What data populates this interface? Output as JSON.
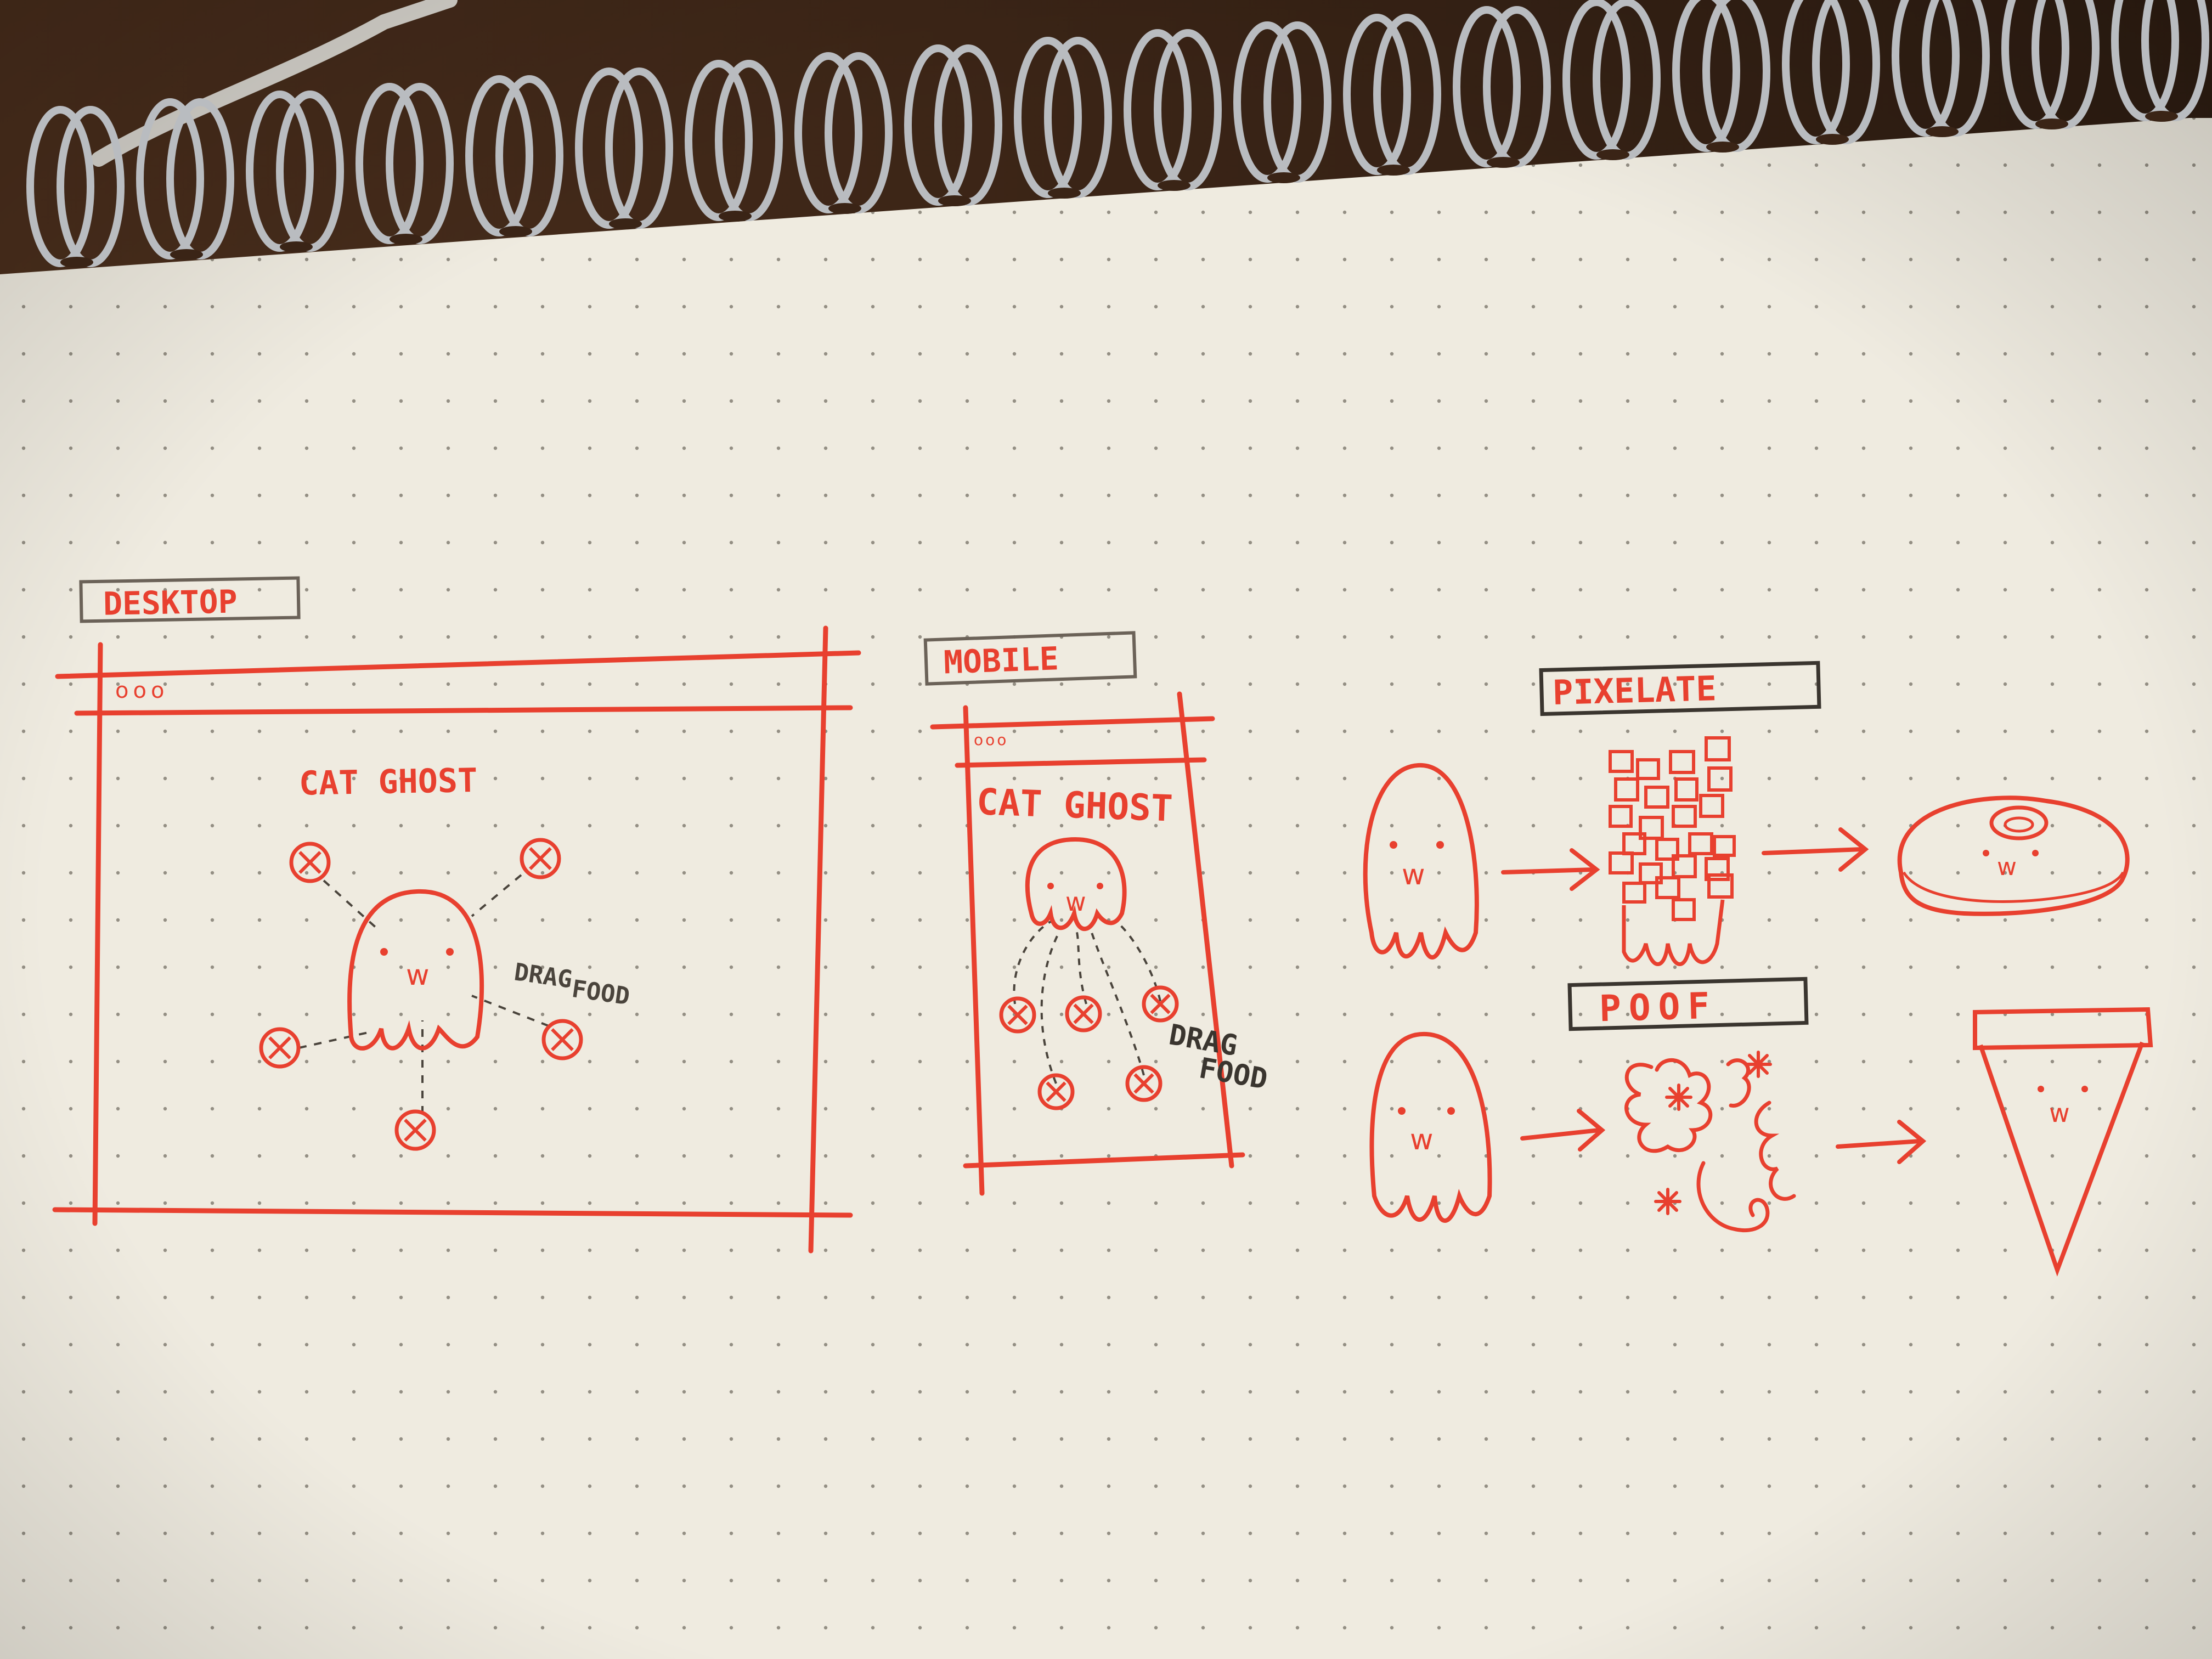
{
  "desktop": {
    "label": "DESKTOP",
    "window_dots": "ooo",
    "title": "CAT GHOST",
    "hint_line1": "DRAG",
    "hint_line2": "FOOD",
    "ghost_face": "w"
  },
  "mobile": {
    "label": "MOBILE",
    "window_dots": "ooo",
    "title": "CAT GHOST",
    "hint_line1": "DRAG",
    "hint_line2": "FOOD",
    "ghost_face": "w"
  },
  "animations": {
    "pixelate": {
      "label": "PIXELATE",
      "ghost_face": "w",
      "result_face": "w"
    },
    "poof": {
      "label": "POOF",
      "ghost_face": "w",
      "result_face": "w"
    }
  },
  "colors": {
    "ink_red": "#e8402f",
    "ink_grey": "#6b6258",
    "paper": "#efebe0",
    "desk": "#3a2416"
  }
}
